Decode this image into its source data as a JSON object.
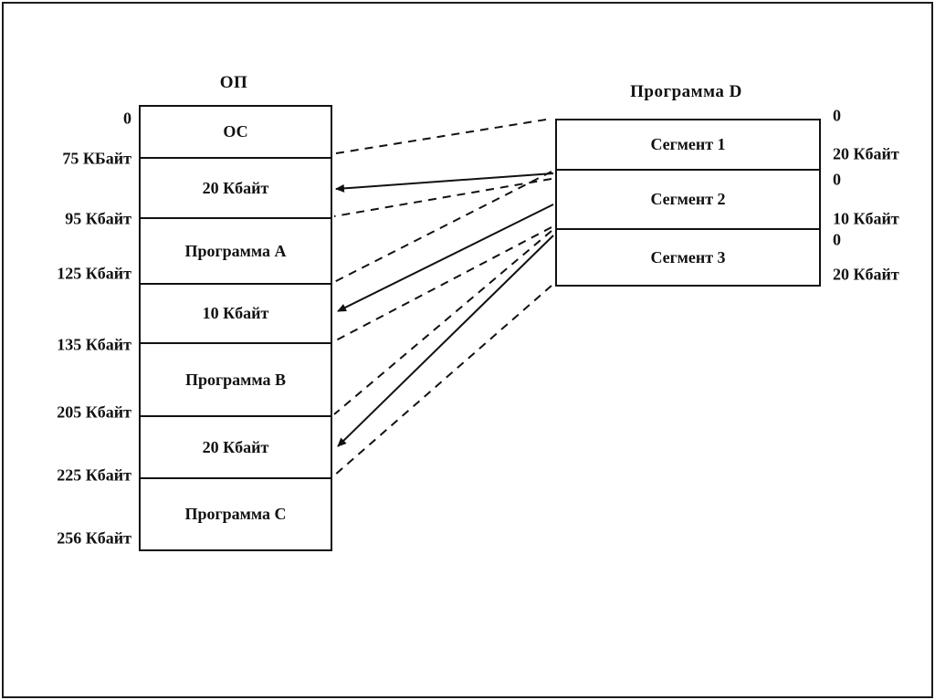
{
  "diagram": {
    "memory": {
      "title": "ОП",
      "blocks": [
        {
          "label": "ОС"
        },
        {
          "label": "20 Кбайт"
        },
        {
          "label": "Программа A"
        },
        {
          "label": "10 Кбайт"
        },
        {
          "label": "Программа B"
        },
        {
          "label": "20 Кбайт"
        },
        {
          "label": "Программа C"
        }
      ],
      "addresses": [
        "0",
        "75 КБайт",
        "95 Кбайт",
        "125 Кбайт",
        "135 Кбайт",
        "205 Кбайт",
        "225 Кбайт",
        "256 Кбайт"
      ]
    },
    "program": {
      "title": "Программа D",
      "segments": [
        {
          "label": "Сегмент 1",
          "start": "0",
          "size": "20 Кбайт"
        },
        {
          "label": "Сегмент 2",
          "start": "0",
          "size": "10 Кбайт"
        },
        {
          "label": "Сегмент 3",
          "start": "0",
          "size": "20 Кбайт"
        }
      ]
    }
  }
}
